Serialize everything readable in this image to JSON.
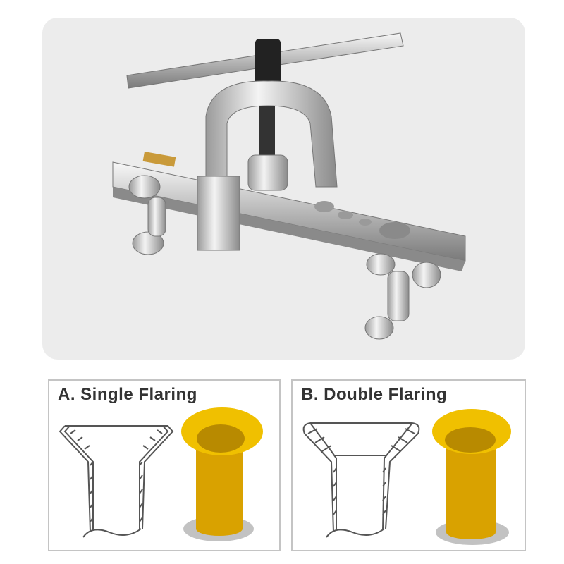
{
  "product": {
    "name": "flaring-tool-kit"
  },
  "panels": [
    {
      "label": "A. Single Flaring"
    },
    {
      "label": "B. Double Flaring"
    }
  ],
  "colors": {
    "background": "#ececec",
    "tube": "#e0a800",
    "border": "#c4c4c4",
    "text": "#333333"
  }
}
